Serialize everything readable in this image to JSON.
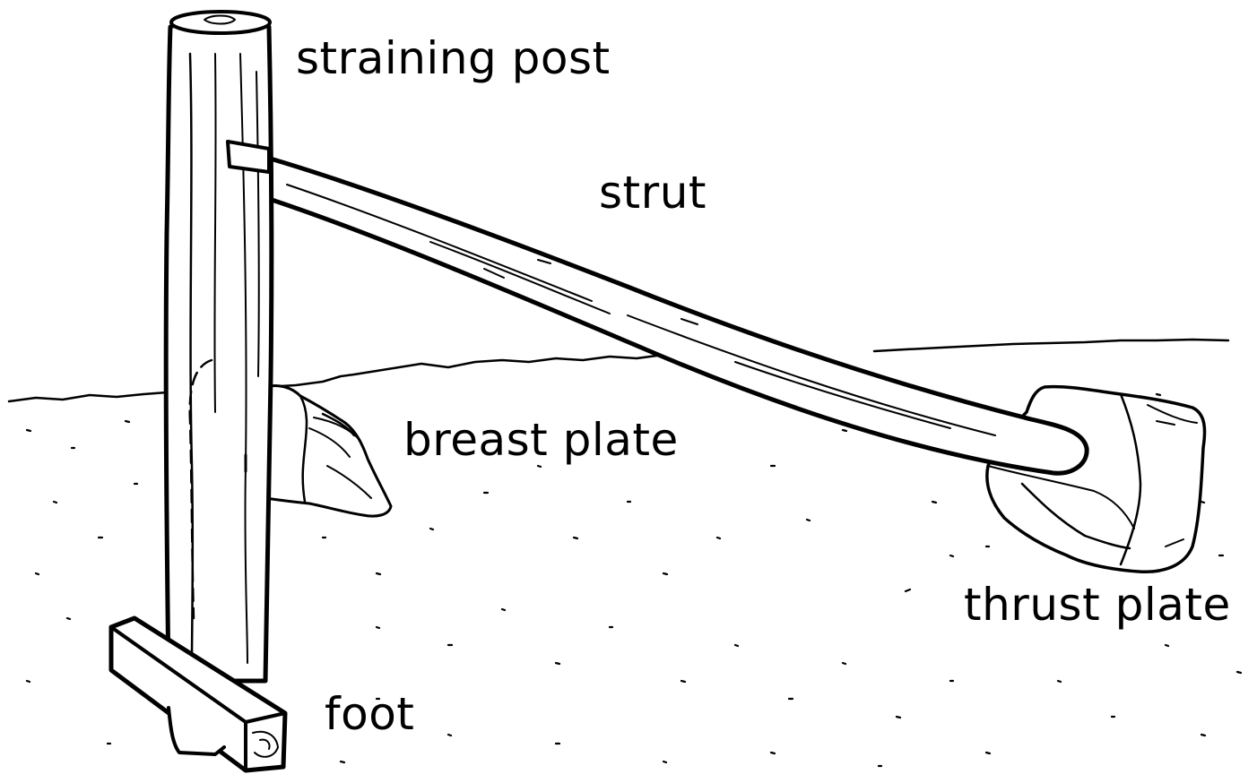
{
  "colors": {
    "ink": "#000000",
    "paper": "#ffffff"
  },
  "labels": {
    "straining_post": "straining post",
    "strut": "strut",
    "breast_plate": "breast plate",
    "thrust_plate": "thrust plate",
    "foot": "foot"
  }
}
